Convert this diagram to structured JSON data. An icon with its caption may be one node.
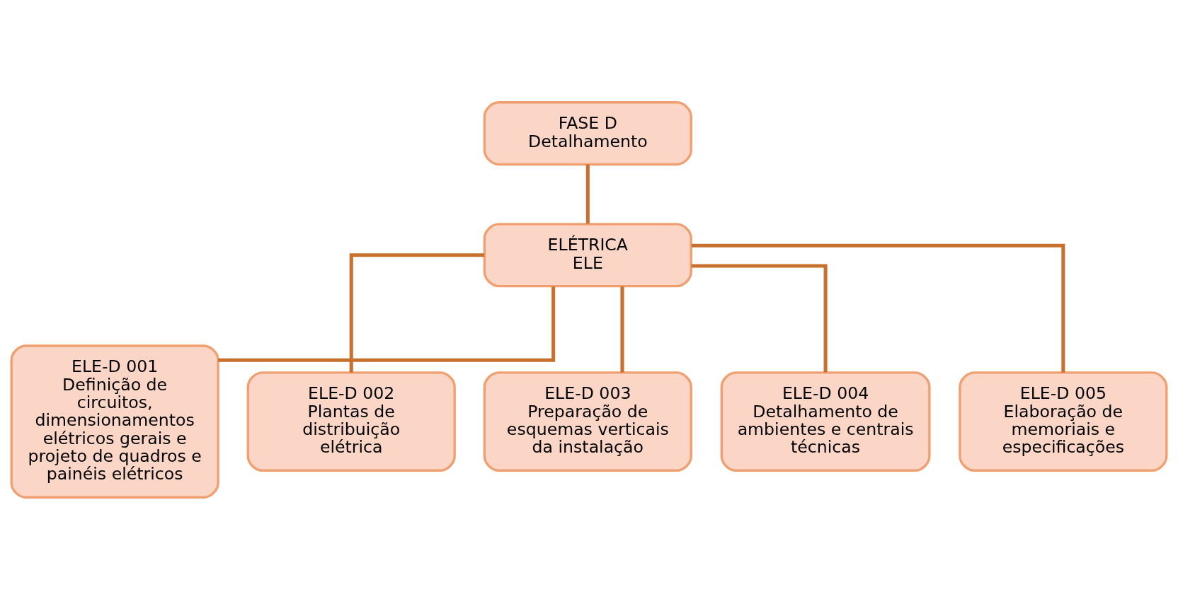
{
  "diagram": {
    "nodes": [
      {
        "text": [
          "FASE D",
          "Detalhamento"
        ]
      },
      {
        "text": [
          "ELÉTRICA",
          "ELE"
        ]
      },
      {
        "text": [
          "ELE-D 001",
          "Definição de circuitos, dimensionamentos elétricos gerais e projeto de quadros e painéis elétricos"
        ]
      },
      {
        "text": [
          "ELE-D 002",
          "Plantas de distribuição elétrica"
        ]
      },
      {
        "text": [
          "ELE-D 003",
          "Preparação de esquemas verticais da instalação"
        ]
      },
      {
        "text": [
          "ELE-D 004",
          "Detalhamento de ambientes e centrais técnicas"
        ]
      },
      {
        "text": [
          "ELE-D 005",
          "Elaboração de memoriais e especificações"
        ]
      }
    ],
    "edges": [
      {
        "from": 0,
        "to": 1,
        "arrow": "none"
      },
      {
        "from": 1,
        "to": 2,
        "arrow": "none"
      },
      {
        "from": 1,
        "to": 3,
        "arrow": "none"
      },
      {
        "from": 1,
        "to": 4,
        "arrow": "none"
      },
      {
        "from": 1,
        "to": 5,
        "arrow": "none"
      },
      {
        "from": 1,
        "to": 6,
        "arrow": "none"
      }
    ]
  }
}
